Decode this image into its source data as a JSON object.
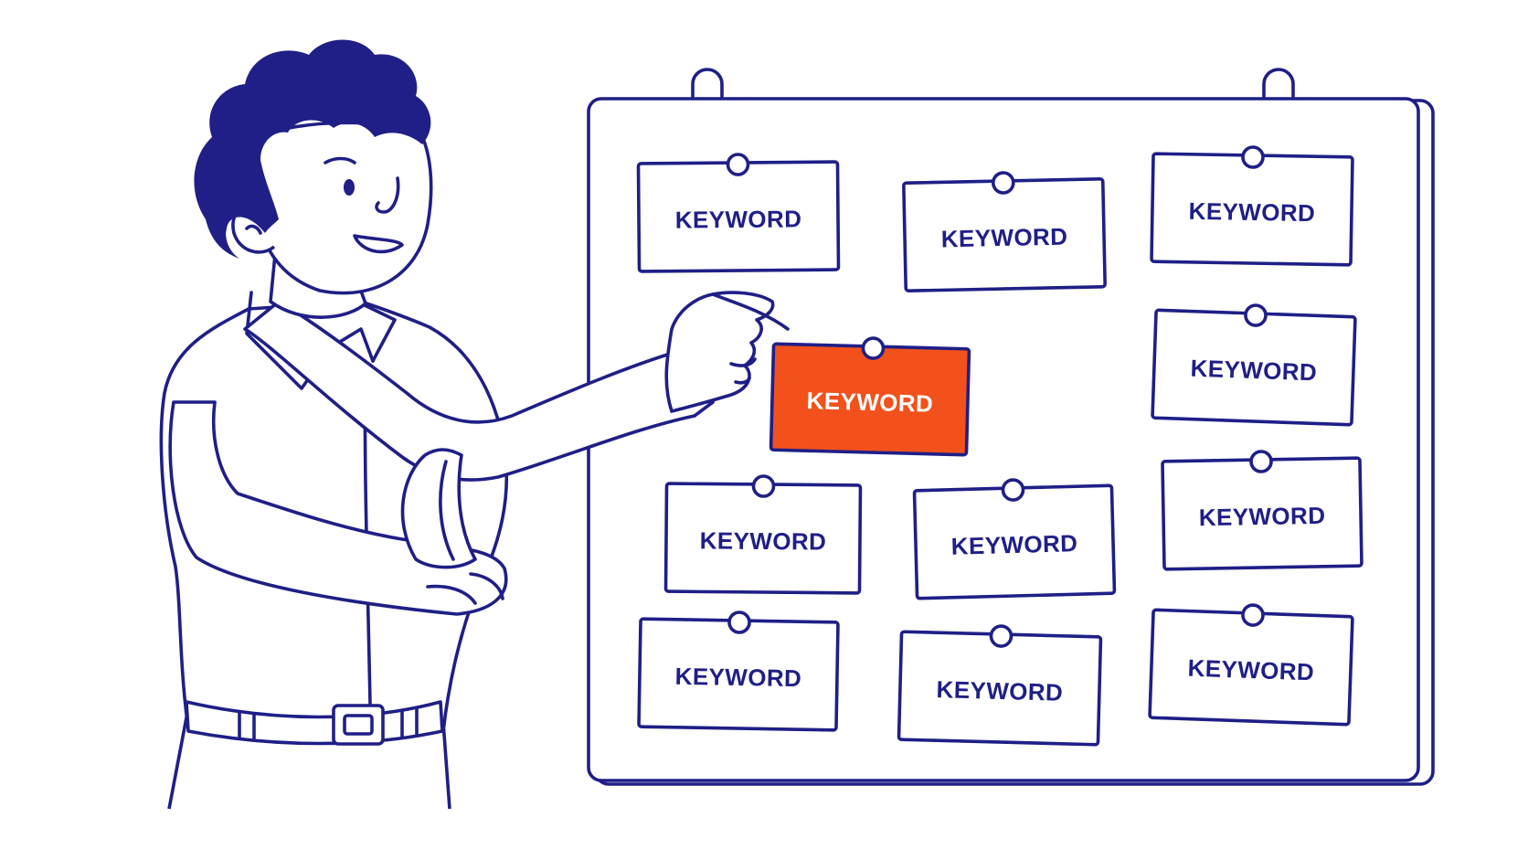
{
  "colors": {
    "ink": "#1f1f87",
    "highlight": "#f2511b",
    "background": "#ffffff"
  },
  "board": {
    "cards": [
      {
        "label": "KEYWORD",
        "highlighted": false
      },
      {
        "label": "KEYWORD",
        "highlighted": false
      },
      {
        "label": "KEYWORD",
        "highlighted": false
      },
      {
        "label": "KEYWORD",
        "highlighted": true
      },
      {
        "label": "KEYWORD",
        "highlighted": false
      },
      {
        "label": "KEYWORD",
        "highlighted": false
      },
      {
        "label": "KEYWORD",
        "highlighted": false
      },
      {
        "label": "KEYWORD",
        "highlighted": false
      },
      {
        "label": "KEYWORD",
        "highlighted": false
      },
      {
        "label": "KEYWORD",
        "highlighted": false
      },
      {
        "label": "KEYWORD",
        "highlighted": false
      }
    ]
  }
}
